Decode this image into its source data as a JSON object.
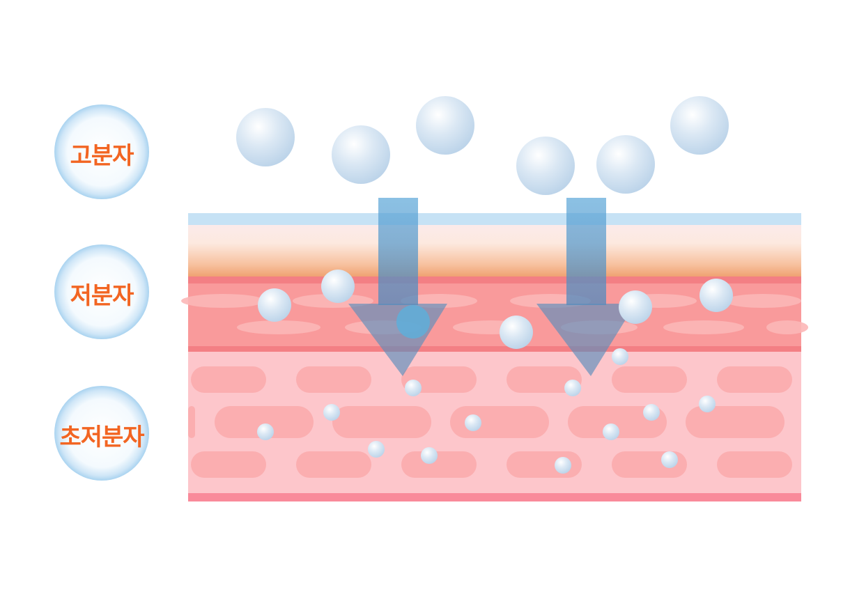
{
  "legend": {
    "high_molecule": "고분자",
    "low_molecule": "저분자",
    "ultra_low_molecule": "초저분자"
  },
  "colors": {
    "label_text": "#f26522",
    "molecule": "#c9dff0",
    "arrow": "#4a8fc4",
    "epidermis_top": "#c6e2f5",
    "dermis_stripe": "#f7858a",
    "tissue": "#fdc6cb",
    "cell": "#fbaaaf"
  }
}
